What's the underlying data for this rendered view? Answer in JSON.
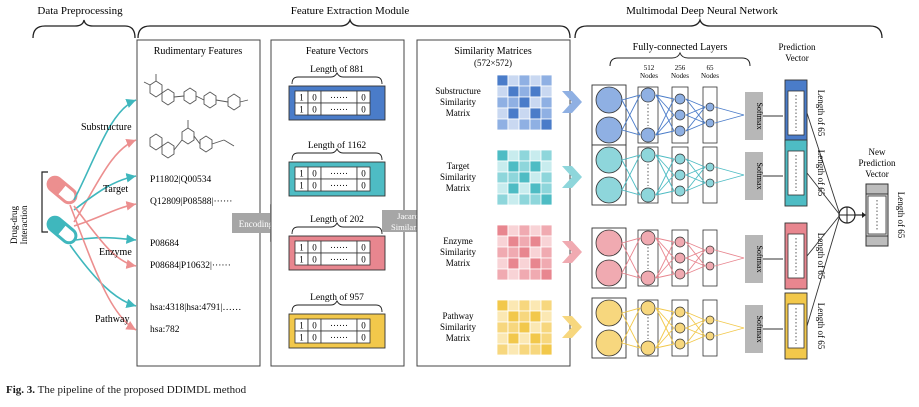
{
  "headers": {
    "preprocessing": "Data Preprocessing",
    "feature_extraction": "Feature Extraction Module",
    "mdnn": "Multimodal Deep Neural Network"
  },
  "left": {
    "ddi_label_line1": "Drug-drug",
    "ddi_label_line2": "Interaction",
    "features": [
      "Substructure",
      "Target",
      "Enzyme",
      "Pathway"
    ]
  },
  "rudimentary": {
    "title": "Rudimentary Features",
    "target_line1": "P11802|Q00534",
    "target_line2": "Q12809|P08588|······",
    "enzyme_line1": "P08684",
    "enzyme_line2": "P08684|P10632|······",
    "pathway_line1": "hsa:4318|hsa:4791|……",
    "pathway_line2": "hsa:782"
  },
  "feature_vectors": {
    "title": "Feature Vectors",
    "lengths": [
      "Length of 881",
      "Length of 1162",
      "Length of 202",
      "Length of 957"
    ],
    "cells": [
      "1",
      "0",
      "······",
      "0"
    ],
    "colors": [
      "#4a7cc9",
      "#4ebcc4",
      "#e8868f",
      "#f2c84b"
    ]
  },
  "arrows": {
    "encoding": "Encoding",
    "jaccard_line1": "Jacard",
    "jaccard_line2": "Similarity"
  },
  "similarity": {
    "title": "Similarity Matrices",
    "subtitle": "(572×572)",
    "labels": [
      [
        "Substructure",
        "Similarity",
        "Matrix"
      ],
      [
        "Target",
        "Similarity",
        "Matrix"
      ],
      [
        "Enzyme",
        "Similarity",
        "Matrix"
      ],
      [
        "Pathway",
        "Similarity",
        "Matrix"
      ]
    ]
  },
  "network": {
    "fc_title": "Fully-connected Layers",
    "layer_labels": [
      [
        "512",
        "Nodes"
      ],
      [
        "256",
        "Nodes"
      ],
      [
        "65",
        "Nodes"
      ]
    ],
    "softmax": "Softmax",
    "prediction_title_line1": "Prediction",
    "prediction_title_line2": "Vector",
    "length65": "Length of 65",
    "new_prediction_line1": "New",
    "new_prediction_line2": "Prediction",
    "new_prediction_line3": "Vector"
  },
  "caption": {
    "prefix": "Fig. 3.",
    "text": "The pipeline of the proposed DDIMDL method"
  }
}
